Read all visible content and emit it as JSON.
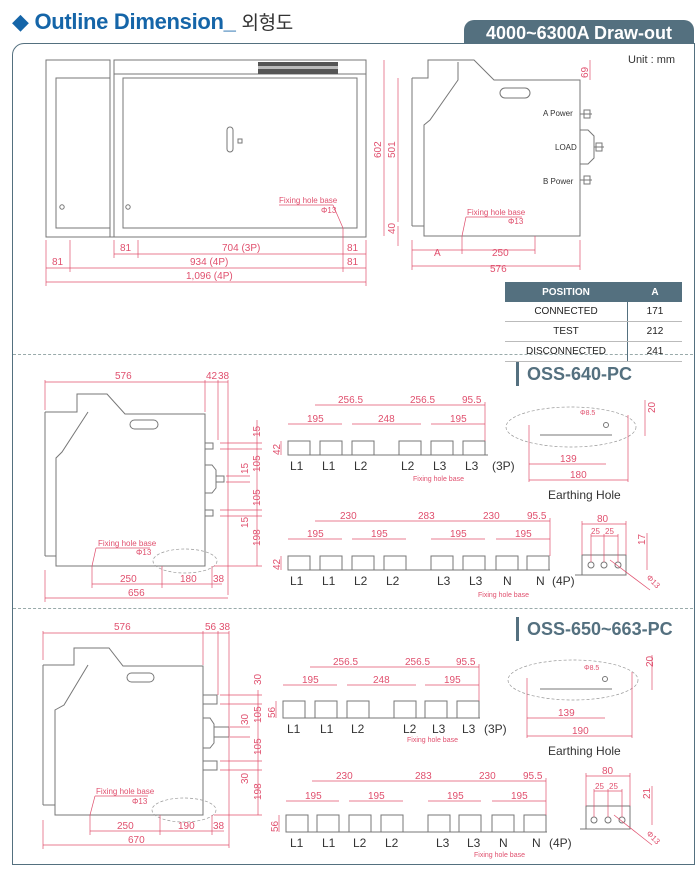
{
  "header": {
    "title": "Outline Dimension_",
    "title_kr": "외형도",
    "badge": "4000~6300A Draw-out",
    "unit": "Unit : mm"
  },
  "top_section": {
    "front_view_dims": {
      "left_81": "81",
      "w_704_3p": "704 (3P)",
      "right_81_a": "81",
      "left_81_b": "81",
      "w_934_4p": "934 (4P)",
      "right_81_b": "81",
      "total_1096_4p": "1,096 (4P)",
      "fixing_hole": "Fixing hole base",
      "fixing_dia": "Φ13"
    },
    "side_view": {
      "labels": {
        "a_power": "A Power",
        "load": "LOAD",
        "b_power": "B Power"
      },
      "dims": {
        "h602": "602",
        "h501": "501",
        "h40": "40",
        "h69": "69",
        "a": "A",
        "w250": "250",
        "w576": "576"
      },
      "fixing_hole": "Fixing hole base",
      "fixing_dia": "Φ13"
    },
    "position_table": {
      "headers": [
        "POSITION",
        "A"
      ],
      "rows": [
        {
          "position": "CONNECTED",
          "a": "171"
        },
        {
          "position": "TEST",
          "a": "212"
        },
        {
          "position": "DISCONNECTED",
          "a": "241"
        }
      ]
    }
  },
  "models": [
    {
      "name": "OSS-640-PC",
      "side_dims": {
        "w576": "576",
        "d42": "42",
        "d38": "38",
        "w250": "250",
        "w180": "180",
        "w38": "38",
        "w656": "656",
        "v15a": "15",
        "v105a": "105",
        "v15b": "15",
        "v105b": "105",
        "v15c": "15",
        "v198": "198"
      },
      "fixing_hole": "Fixing hole base",
      "fixing_dia": "Φ13",
      "terminals_3p": {
        "labels": [
          "L1",
          "L1",
          "L2",
          "L2",
          "L3",
          "L3"
        ],
        "top_dims": [
          "256.5",
          "256.5",
          "95.5"
        ],
        "pair_dims": [
          "195",
          "248",
          "195"
        ],
        "height": "42",
        "suffix": "(3P)",
        "fixing": "Fixing hole base"
      },
      "terminals_4p": {
        "labels": [
          "L1",
          "L1",
          "L2",
          "L2",
          "L3",
          "L3",
          "N",
          "N"
        ],
        "top_dims": [
          "230",
          "283",
          "230",
          "95.5"
        ],
        "pair_dims": [
          "195",
          "195",
          "195",
          "195"
        ],
        "height": "42",
        "suffix": "(4P)",
        "fixing": "Fixing hole base"
      },
      "earthing": {
        "label": "Earthing Hole",
        "dia": "Φ8.5",
        "d139": "139",
        "d180": "180",
        "h20": "20"
      },
      "terminal_detail": {
        "w80": "80",
        "p25a": "25",
        "p25b": "25",
        "h17": "17",
        "dia": "Φ13"
      }
    },
    {
      "name": "OSS-650~663-PC",
      "side_dims": {
        "w576": "576",
        "d56": "56",
        "d38": "38",
        "w250": "250",
        "w190": "190",
        "w38": "38",
        "w670": "670",
        "v30a": "30",
        "v105a": "105",
        "v30b": "30",
        "v105b": "105",
        "v30c": "30",
        "v198": "198"
      },
      "fixing_hole": "Fixing hole base",
      "fixing_dia": "Φ13",
      "terminals_3p": {
        "labels": [
          "L1",
          "L1",
          "L2",
          "L2",
          "L3",
          "L3"
        ],
        "top_dims": [
          "256.5",
          "256.5",
          "95.5"
        ],
        "pair_dims": [
          "195",
          "248",
          "195"
        ],
        "height": "56",
        "suffix": "(3P)",
        "fixing": "Fixing hole base"
      },
      "terminals_4p": {
        "labels": [
          "L1",
          "L1",
          "L2",
          "L2",
          "L3",
          "L3",
          "N",
          "N"
        ],
        "top_dims": [
          "230",
          "283",
          "230",
          "95.5"
        ],
        "pair_dims": [
          "195",
          "195",
          "195",
          "195"
        ],
        "height": "56",
        "suffix": "(4P)",
        "fixing": "Fixing hole base"
      },
      "earthing": {
        "label": "Earthing Hole",
        "dia": "Φ8.5",
        "d139": "139",
        "d190": "190",
        "h20": "20"
      },
      "terminal_detail": {
        "w80": "80",
        "p25a": "25",
        "p25b": "25",
        "h21": "21",
        "dia": "Φ13"
      }
    }
  ],
  "colors": {
    "accent": "#54707f",
    "title_blue": "#1565a8",
    "dimension": "#e0506e"
  }
}
